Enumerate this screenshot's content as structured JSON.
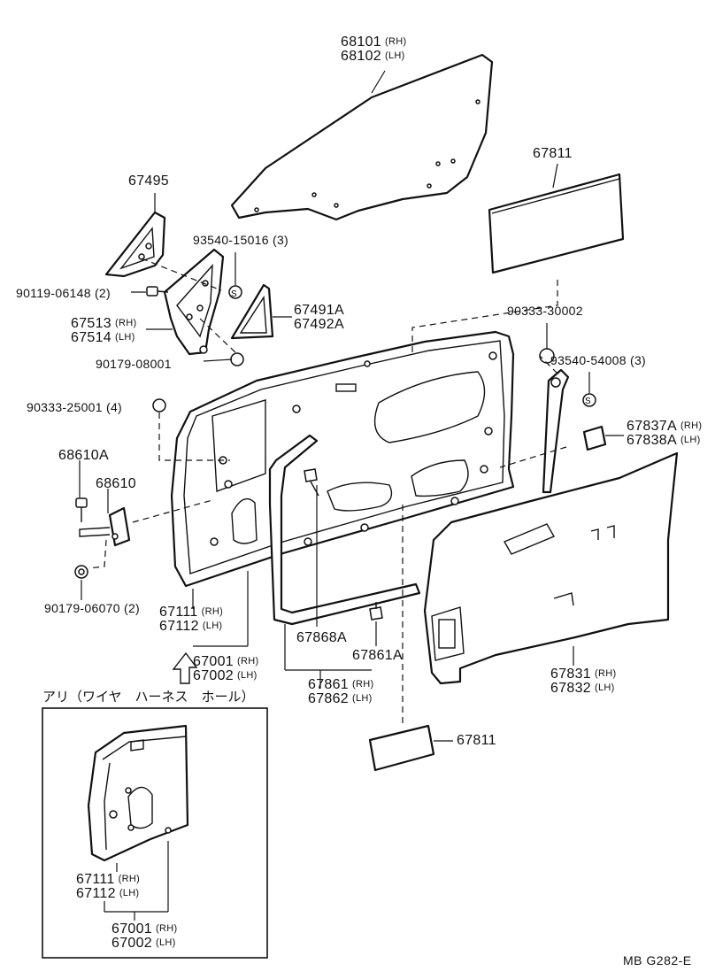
{
  "labels": {
    "p68101": "68101",
    "p68102": "68102",
    "p67811a": "67811",
    "p67495": "67495",
    "p93540_15016": "93540-15016 (3)",
    "p90119": "90119-06148 (2)",
    "p67513": "67513",
    "p67514": "67514",
    "p67491a": "67491A",
    "p67492a": "67492A",
    "p90179_08001": "90179-08001",
    "p90333_30002": "90333-30002",
    "p93540_54008": "93540-54008 (3)",
    "p90333_25001": "90333-25001 (4)",
    "p67837a": "67837A",
    "p67838a": "67838A",
    "p68610a": "68610A",
    "p68610": "68610",
    "p90179_06070": "90179-06070 (2)",
    "p67111": "67111",
    "p67112": "67112",
    "p67868a": "67868A",
    "p67861a": "67861A",
    "p67001": "67001",
    "p67002": "67002",
    "p67861": "67861",
    "p67862": "67862",
    "p67831": "67831",
    "p67832": "67832",
    "p67811b": "67811",
    "inset_67111": "67111",
    "inset_67112": "67112",
    "inset_67001": "67001",
    "inset_67002": "67002"
  },
  "suffix": {
    "rh": "(RH)",
    "lh": "(LH)"
  },
  "inset_title": "アリ（ワイヤ　ハーネス　ホール）",
  "diagram_code": "MB  G282-E"
}
